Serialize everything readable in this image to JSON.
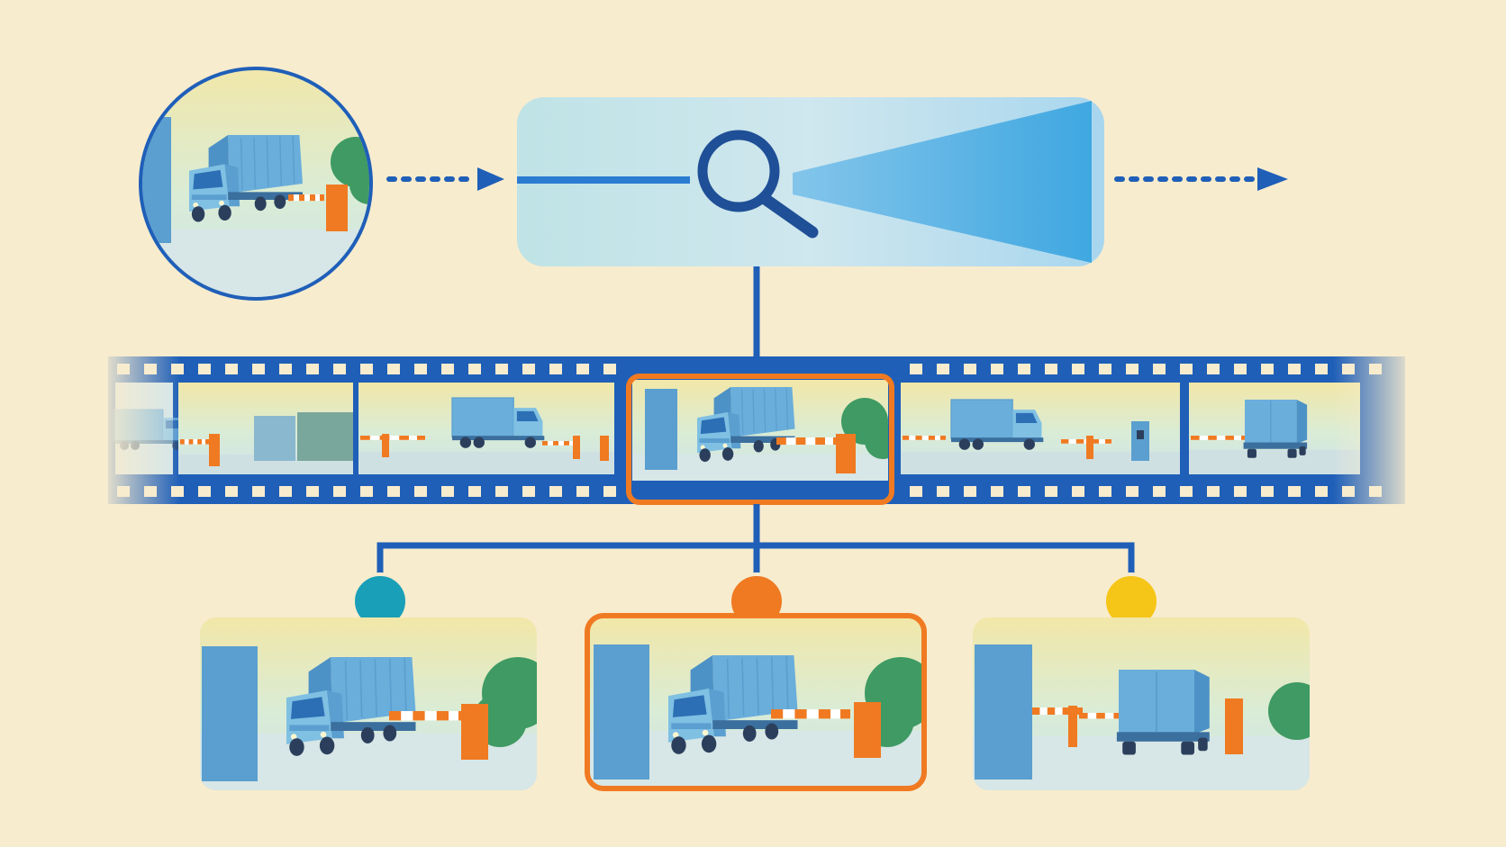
{
  "diagram": {
    "description_visible_text": [],
    "query_image": {
      "subject": "truck-at-gate",
      "barrier": "closed"
    },
    "search_module": {
      "icon": "magnifier-icon"
    },
    "film_strip": {
      "frames": [
        {
          "scene": "truck-entering",
          "selected": false
        },
        {
          "scene": "truck-approaching-gate",
          "selected": false
        },
        {
          "scene": "truck-at-gate-closeup",
          "selected": true
        },
        {
          "scene": "truck-passing-gate",
          "selected": false
        },
        {
          "scene": "truck-rear-view",
          "selected": false
        }
      ]
    },
    "results": [
      {
        "marker_color": "#1a9fb8",
        "scene": "truck-at-gate",
        "selected": false
      },
      {
        "marker_color": "#f07a22",
        "scene": "truck-at-gate",
        "selected": true
      },
      {
        "marker_color": "#f5c518",
        "scene": "truck-rear-at-gate",
        "selected": false
      }
    ],
    "colors": {
      "background": "#f8ecce",
      "line_blue": "#1f5fb8",
      "highlight_orange": "#f07a22",
      "truck_blue": "#6aaedb",
      "barrier_orange": "#f07a22",
      "tree_green": "#3f9a63"
    }
  }
}
